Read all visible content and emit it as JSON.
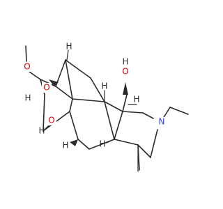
{
  "molecule": {
    "labels": {
      "methoxy_o": "O",
      "hydroxyl_o_left": "O",
      "hydroxyl_h_left": "H",
      "hydroxyl_o_top_right": "O",
      "hydroxyl_h_top_right": "H",
      "hydroxyl_o_bottom_left": "O",
      "hydroxyl_h_bottom_left": "H",
      "nitrogen": "N",
      "stereo_h": "H"
    },
    "colors": {
      "oxygen": "#e00000",
      "nitrogen": "#1f3cff",
      "carbon_bond": "#2b2b2b",
      "hydrogen_label": "#2b2b2b"
    }
  }
}
